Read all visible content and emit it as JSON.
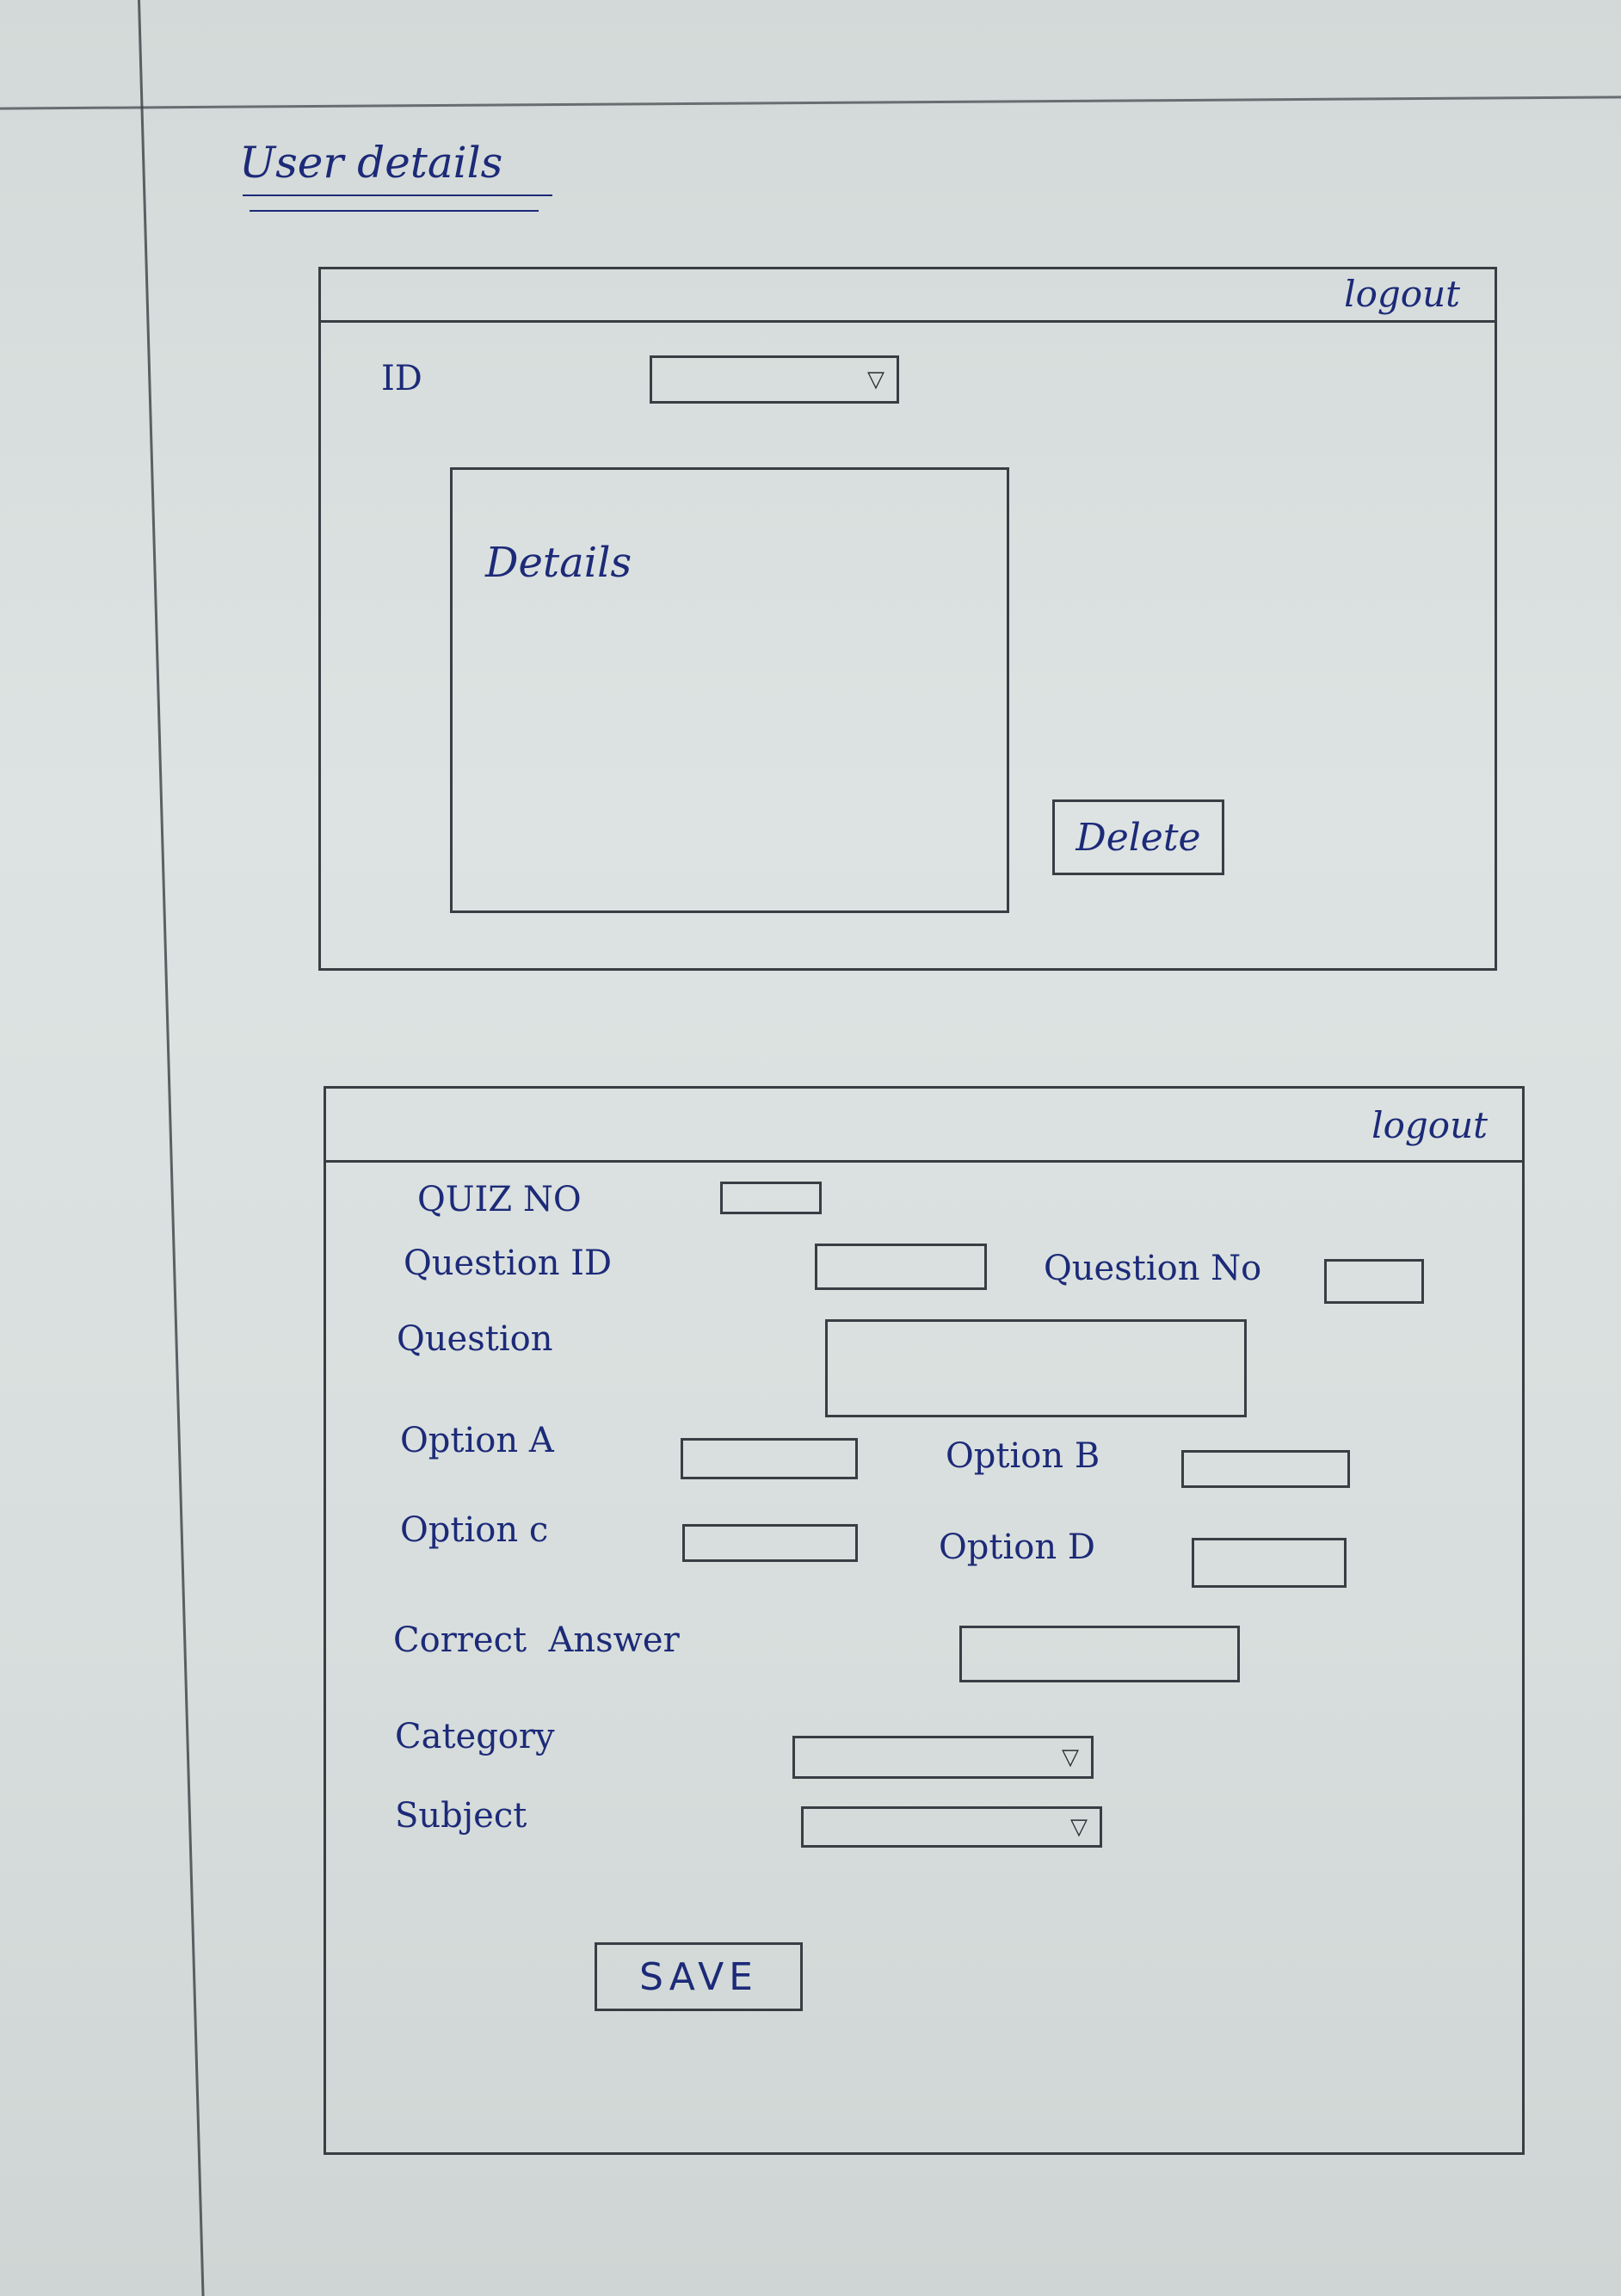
{
  "page_title": "User details",
  "screen1": {
    "logout_label": "logout",
    "id_label": "ID",
    "id_dropdown_arrow": "dropdown-arrow",
    "details_label": "Details",
    "delete_label": "Delete"
  },
  "screen2": {
    "logout_label": "logout",
    "quiz_no_label": "QUIZ NO",
    "question_id_label": "Question ID",
    "question_no_label": "Question No",
    "question_label": "Question",
    "option_a_label": "Option A",
    "option_b_label": "Option B",
    "option_c_label": "Option c",
    "option_d_label": "Option D",
    "correct_answer_label": "Correct  Answer",
    "category_label": "Category",
    "subject_label": "Subject",
    "save_label": "SAVE"
  },
  "colors": {
    "ink": "#1c2a78",
    "pencil": "#3a3d44",
    "paper": "#d6dcdb"
  }
}
